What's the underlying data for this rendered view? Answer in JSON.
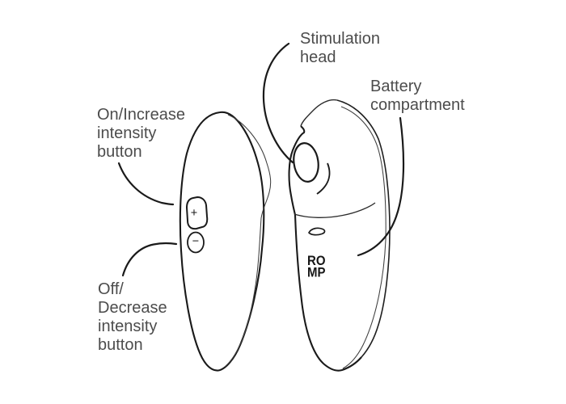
{
  "diagram": {
    "labels": {
      "stimulation_head": "Stimulation\nhead",
      "battery_compartment": "Battery\ncompartment",
      "on_increase": "On/Increase\nintensity\nbutton",
      "off_decrease": "Off/\nDecrease\nintensity\nbutton"
    },
    "device": {
      "brand": "RO\nMP",
      "plus_button_glyph": "+",
      "minus_button_glyph": "−"
    },
    "colors": {
      "line": "#1a1a1a",
      "thin_line": "#3d3d3d",
      "text": "#4c4c4c",
      "background": "#ffffff"
    }
  }
}
